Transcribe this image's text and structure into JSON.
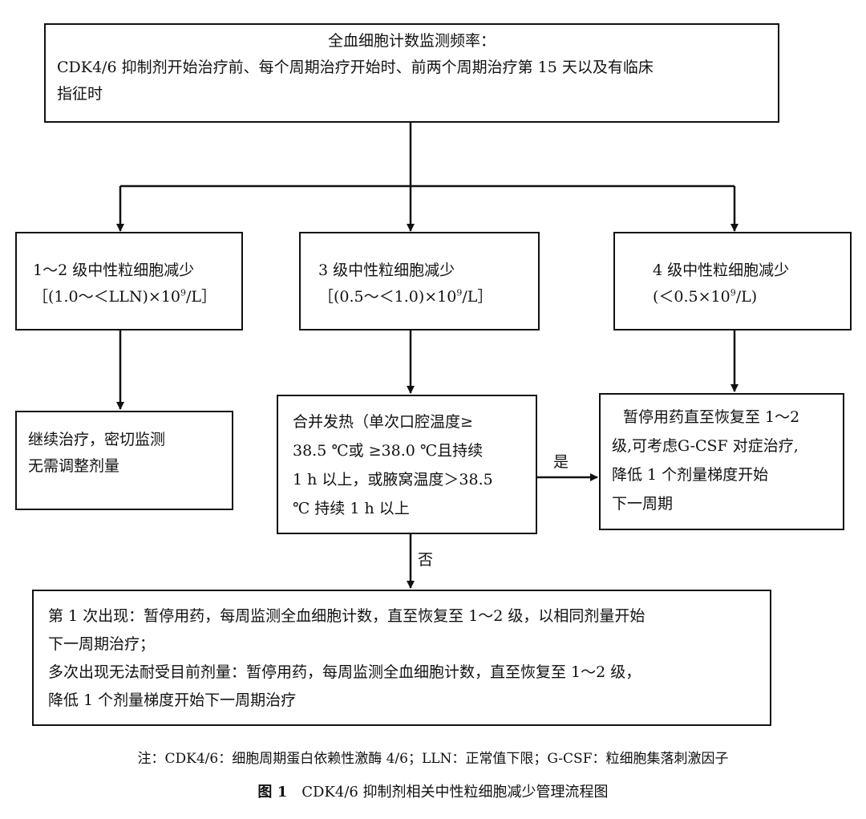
{
  "nodes": {
    "top": {
      "title": "全血细胞计数监测频率：",
      "line2": "CDK4/6 抑制剂开始治疗前、每个周期治疗开始时、前两个周期治疗第 15 天以及有临床",
      "line3": "指征时"
    },
    "grade12": {
      "title": "1～2 级中性粒细胞减少",
      "range_pre": "［(1.0～＜LLN)×10",
      "range_exp": "9",
      "range_post": "/L］"
    },
    "grade3": {
      "title": "3 级中性粒细胞减少",
      "range_pre": "［(0.5～＜1.0)×10",
      "range_exp": "9",
      "range_post": "/L］"
    },
    "grade4": {
      "title": "4 级中性粒细胞减少",
      "range_pre": "(＜0.5×10",
      "range_exp": "9",
      "range_post": "/L)"
    },
    "continue": {
      "line1": "继续治疗，密切监测",
      "line2": "无需调整剂量"
    },
    "fever": {
      "line1": "合并发热（单次口腔温度≥",
      "line2": "38.5 ℃或 ≥38.0 ℃且持续",
      "line3": "1 h 以上，或腋窝温度＞38.5",
      "line4": "℃ 持续 1 h 以上"
    },
    "hold": {
      "line1": "暂停用药直至恢复至 1～2",
      "line2": "级,可考虑G-CSF 对症治疗,",
      "line3": "降低 1 个剂量梯度开始",
      "line4": "下一周期"
    },
    "bottom": {
      "line1": "第 1 次出现：暂停用药，每周监测全血细胞计数，直至恢复至 1～2 级，以相同剂量开始",
      "line2": "下一周期治疗；",
      "line3": "多次出现无法耐受目前剂量：暂停用药，每周监测全血细胞计数，直至恢复至 1～2 级，",
      "line4": "降低 1 个剂量梯度开始下一周期治疗"
    }
  },
  "edge_labels": {
    "yes": "是",
    "no": "否"
  },
  "note": "注：CDK4/6：细胞周期蛋白依赖性激酶 4/6；LLN：正常值下限；G-CSF：粒细胞集落刺激因子",
  "caption": {
    "fig_no": "图 1",
    "title": "CDK4/6 抑制剂相关中性粒细胞减少管理流程图"
  },
  "colors": {
    "line": "#111111",
    "text": "#111111",
    "background": "#ffffff"
  }
}
